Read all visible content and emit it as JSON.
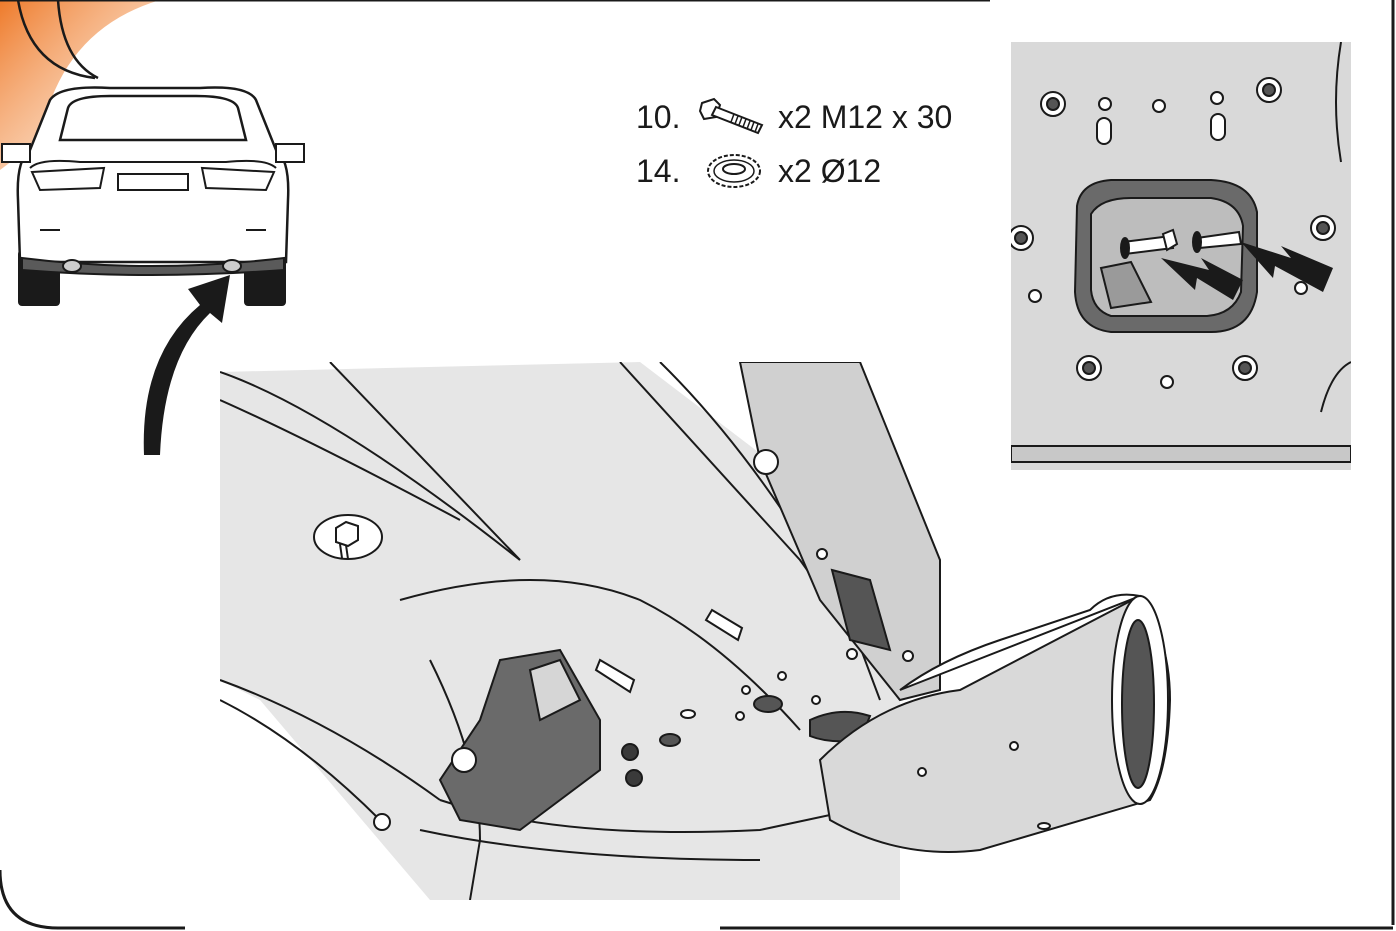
{
  "parts": [
    {
      "number": "10.",
      "quantity": "x2 M12 x 30",
      "icon": "bolt-icon"
    },
    {
      "number": "14.",
      "quantity": "x2 Ø12",
      "icon": "serrated-washer-icon"
    }
  ],
  "colors": {
    "accent_orange": "#f08a3c",
    "line": "#1a1a1a",
    "panel_gray": "#d9d9d9",
    "underbody_light": "#e6e6e6",
    "bracket_dark": "#5a5a5a"
  }
}
